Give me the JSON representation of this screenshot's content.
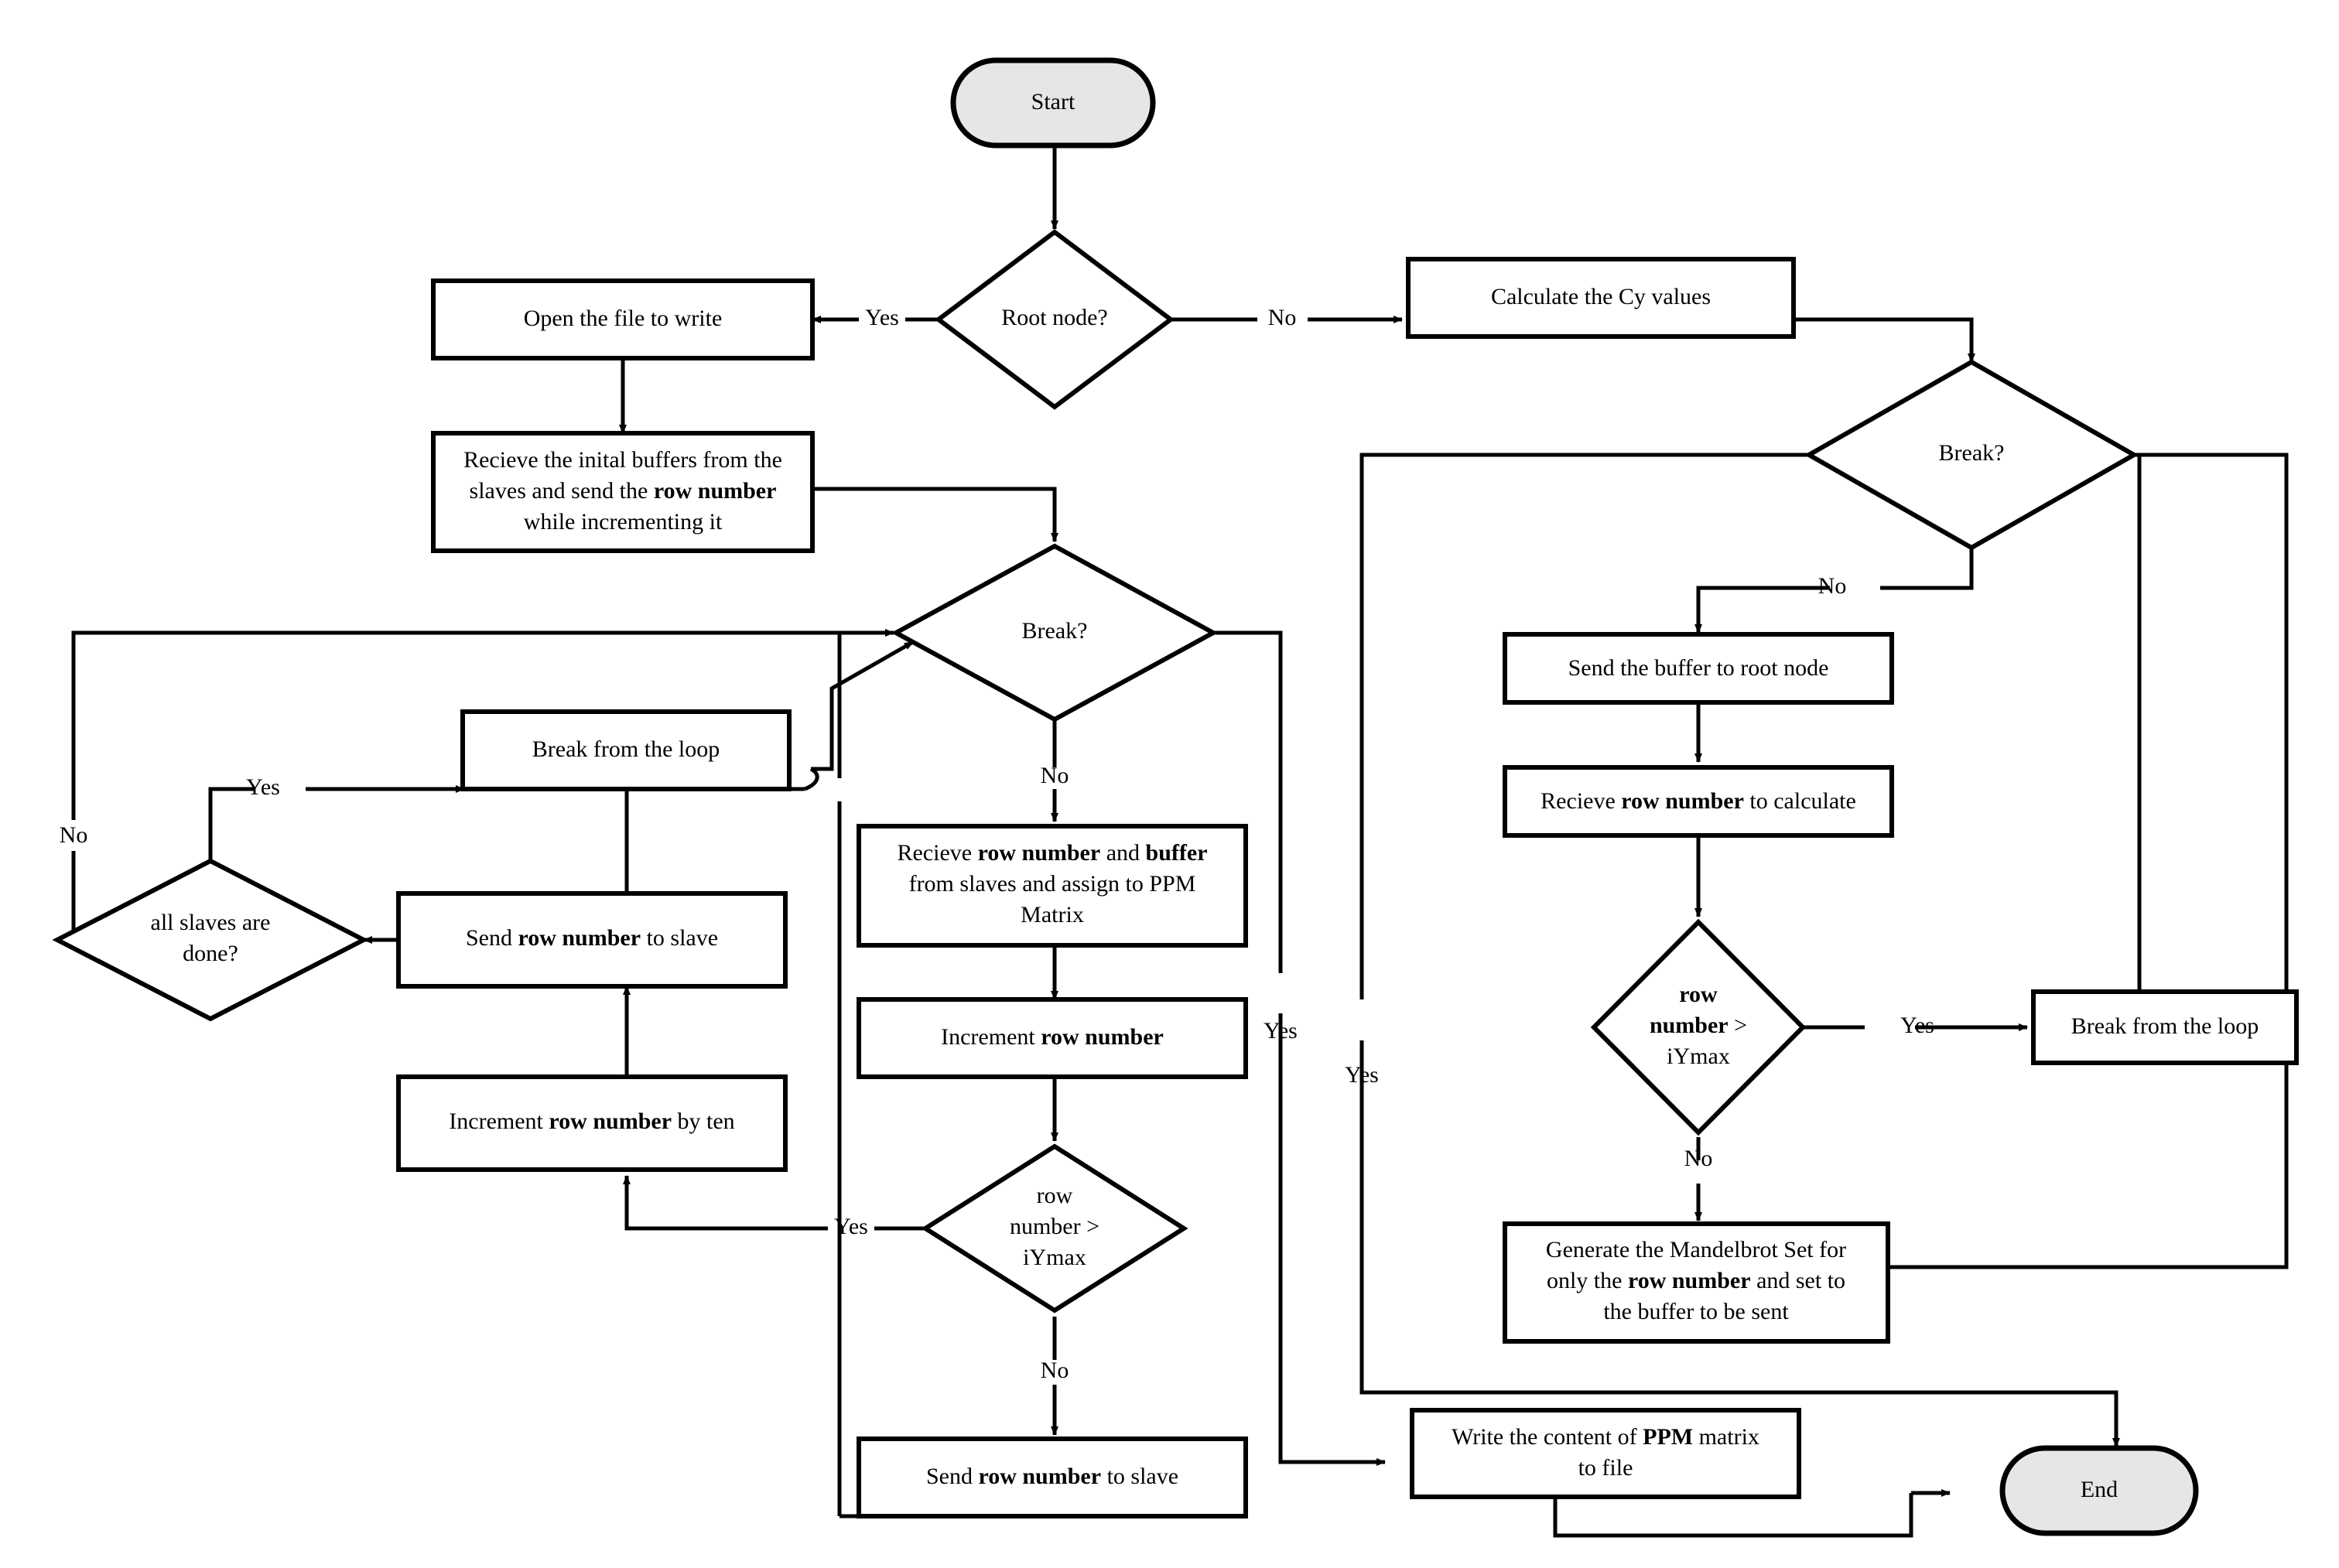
{
  "diagram": {
    "title": "Mandelbrot MPI master-slave flowchart",
    "colors": {
      "terminal_fill": "#e6e6e6",
      "process_fill": "#ffffff",
      "stroke": "#000000",
      "background": "#ffffff"
    },
    "nodes": [
      {
        "id": "start",
        "shape": "terminal",
        "label": "Start"
      },
      {
        "id": "root_node",
        "shape": "decision",
        "label": "Root node?"
      },
      {
        "id": "open_file",
        "shape": "process",
        "label": "Open the file to write"
      },
      {
        "id": "recv_initial",
        "shape": "process",
        "lines": [
          [
            {
              "t": "Recieve the inital buffers from the",
              "b": false
            }
          ],
          [
            {
              "t": "slaves and send the ",
              "b": false
            },
            {
              "t": "row number",
              "b": true
            }
          ],
          [
            {
              "t": "while incrementing it",
              "b": false
            }
          ]
        ]
      },
      {
        "id": "break_master",
        "shape": "decision",
        "label": "Break?"
      },
      {
        "id": "recv_rowbuf",
        "shape": "process",
        "lines": [
          [
            {
              "t": "Recieve ",
              "b": false
            },
            {
              "t": "row number",
              "b": true
            },
            {
              "t": " and  ",
              "b": false
            },
            {
              "t": "buffer",
              "b": true
            }
          ],
          [
            {
              "t": "from slaves and assign to PPM",
              "b": false
            }
          ],
          [
            {
              "t": "Matrix",
              "b": false
            }
          ]
        ]
      },
      {
        "id": "incr_row",
        "shape": "process",
        "lines": [
          [
            {
              "t": "Increment ",
              "b": false
            },
            {
              "t": "row number",
              "b": true
            }
          ]
        ]
      },
      {
        "id": "row_gt_master",
        "shape": "decision",
        "lines": [
          [
            {
              "t": "row",
              "b": false
            }
          ],
          [
            {
              "t": "number >",
              "b": false
            }
          ],
          [
            {
              "t": "iYmax",
              "b": false
            }
          ]
        ]
      },
      {
        "id": "send_row_slave",
        "shape": "process",
        "lines": [
          [
            {
              "t": "Send ",
              "b": false
            },
            {
              "t": "row number",
              "b": true
            },
            {
              "t": " to slave",
              "b": false
            }
          ]
        ]
      },
      {
        "id": "all_slaves",
        "shape": "decision",
        "lines": [
          [
            {
              "t": "all slaves are",
              "b": false
            }
          ],
          [
            {
              "t": "done?",
              "b": false
            }
          ]
        ]
      },
      {
        "id": "break_loop_l",
        "shape": "process",
        "label": "Break from the loop"
      },
      {
        "id": "send_row_slave2",
        "shape": "process",
        "lines": [
          [
            {
              "t": "Send ",
              "b": false
            },
            {
              "t": "row number",
              "b": true
            },
            {
              "t": " to slave",
              "b": false
            }
          ]
        ]
      },
      {
        "id": "incr_row_ten",
        "shape": "process",
        "lines": [
          [
            {
              "t": "Increment ",
              "b": false
            },
            {
              "t": "row number",
              "b": true
            },
            {
              "t": " by ten",
              "b": false
            }
          ]
        ]
      },
      {
        "id": "calc_cy",
        "shape": "process",
        "label": "Calculate the Cy values"
      },
      {
        "id": "break_slave",
        "shape": "decision",
        "label": "Break?"
      },
      {
        "id": "send_buf_root",
        "shape": "process",
        "label": "Send the buffer to root node"
      },
      {
        "id": "recv_row_calc",
        "shape": "process",
        "lines": [
          [
            {
              "t": "Recieve ",
              "b": false
            },
            {
              "t": "row number",
              "b": true
            },
            {
              "t": " to calculate",
              "b": false
            }
          ]
        ]
      },
      {
        "id": "row_gt_slave",
        "shape": "decision",
        "lines": [
          [
            {
              "t": "row",
              "b": true
            }
          ],
          [
            {
              "t": "number",
              "b": true
            },
            {
              "t": " >",
              "b": false
            }
          ],
          [
            {
              "t": "iYmax",
              "b": false
            }
          ]
        ]
      },
      {
        "id": "break_loop_r",
        "shape": "process",
        "label": "Break from the loop"
      },
      {
        "id": "gen_mandel",
        "shape": "process",
        "lines": [
          [
            {
              "t": "Generate the Mandelbrot Set for",
              "b": false
            }
          ],
          [
            {
              "t": "only the ",
              "b": false
            },
            {
              "t": "row number",
              "b": true
            },
            {
              "t": " and set to",
              "b": false
            }
          ],
          [
            {
              "t": "the buffer to be sent",
              "b": false
            }
          ]
        ]
      },
      {
        "id": "write_ppm",
        "shape": "process",
        "lines": [
          [
            {
              "t": "Write the content of ",
              "b": false
            },
            {
              "t": "PPM",
              "b": true
            },
            {
              "t": " matrix",
              "b": false
            }
          ],
          [
            {
              "t": "to file",
              "b": false
            }
          ]
        ]
      },
      {
        "id": "end",
        "shape": "terminal",
        "label": "End"
      }
    ],
    "edge_labels": [
      {
        "id": "root-yes",
        "text": "Yes"
      },
      {
        "id": "root-no",
        "text": "No"
      },
      {
        "id": "break-master-no",
        "text": "No"
      },
      {
        "id": "rowgt-master-yes",
        "text": "Yes"
      },
      {
        "id": "rowgt-master-no",
        "text": "No"
      },
      {
        "id": "allslaves-yes",
        "text": "Yes"
      },
      {
        "id": "allslaves-no",
        "text": "No"
      },
      {
        "id": "break-slave-no",
        "text": "No"
      },
      {
        "id": "rowgt-slave-yes",
        "text": "Yes"
      },
      {
        "id": "rowgt-slave-no",
        "text": "No"
      },
      {
        "id": "break-master-yes",
        "text": "Yes"
      },
      {
        "id": "break-slave-yes",
        "text": "Yes"
      }
    ]
  }
}
